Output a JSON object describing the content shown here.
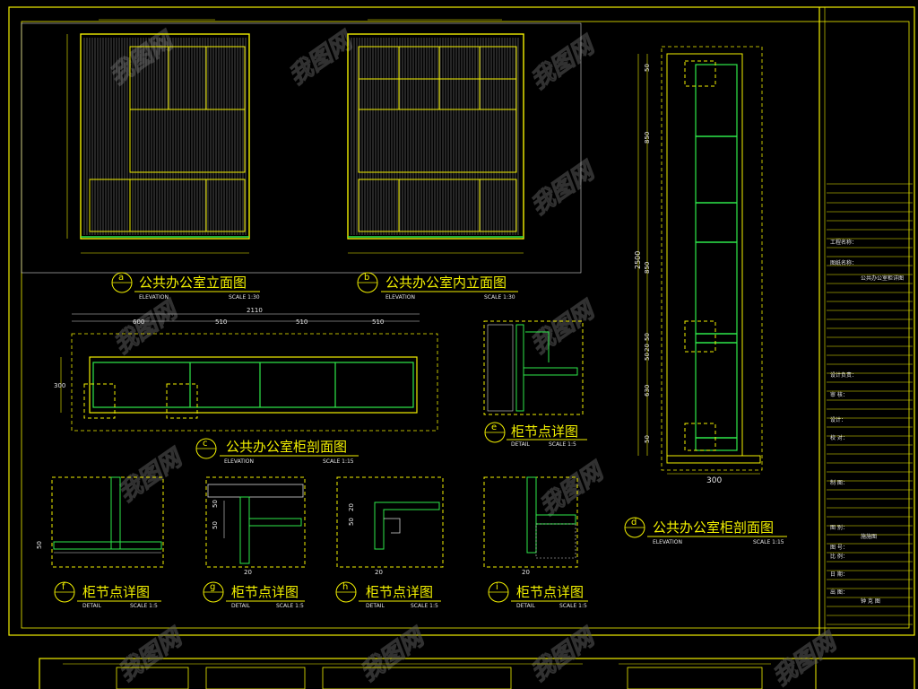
{
  "colors": {
    "background": "#000000",
    "primary_line": "#f2f000",
    "green_line": "#2ee84a",
    "white_line": "#d8d8d8",
    "cyan_line": "#22d8e8"
  },
  "watermark": "我图网",
  "drawings": {
    "a": {
      "letter": "a",
      "title": "公共办公室立面图",
      "sub": "ELEVATION",
      "scale": "SCALE 1:30"
    },
    "b": {
      "letter": "b",
      "title": "公共办公室内立面图",
      "sub": "ELEVATION",
      "scale": "SCALE 1:30"
    },
    "c": {
      "letter": "c",
      "title": "公共办公室柜剖面图",
      "sub": "ELEVATION",
      "scale": "SCALE 1:15"
    },
    "d": {
      "letter": "d",
      "title": "公共办公室柜剖面图",
      "sub": "ELEVATION",
      "scale": "SCALE 1:15"
    },
    "e": {
      "letter": "e",
      "title": "柜节点详图",
      "sub": "DETAIL",
      "scale": "SCALE 1:5"
    },
    "f": {
      "letter": "f",
      "title": "柜节点详图",
      "sub": "DETAIL",
      "scale": "SCALE 1:5"
    },
    "g": {
      "letter": "g",
      "title": "柜节点详图",
      "sub": "DETAIL",
      "scale": "SCALE 1:5"
    },
    "h": {
      "letter": "h",
      "title": "柜节点详图",
      "sub": "DETAIL",
      "scale": "SCALE 1:5"
    },
    "i": {
      "letter": "i",
      "title": "柜节点详图",
      "sub": "DETAIL",
      "scale": "SCALE 1:5"
    }
  },
  "dims": {
    "c_total": "2110",
    "c_parts": [
      "600",
      "510",
      "510",
      "510"
    ],
    "c_height": "300",
    "d_vertical": [
      "50",
      "850",
      "2500",
      "850",
      "50",
      "20",
      "50",
      "630",
      "50"
    ],
    "d_width": "300",
    "f_dims": [
      "50"
    ],
    "h_dims": [
      "50",
      "20",
      "20"
    ],
    "i_dims": [
      "20"
    ],
    "g_dims": [
      "50",
      "50",
      "20"
    ]
  },
  "title_block": {
    "rows": [
      "工程名称：",
      "图纸名称：",
      "公共办公室柜详图",
      "设计负责：",
      "审 核：",
      "设计：",
      "校 对：",
      "制 图：",
      "图 别：",
      "施施图",
      "图 号：",
      "比 例：",
      "日 期：",
      "出 图：",
      "钟 克 图"
    ]
  }
}
